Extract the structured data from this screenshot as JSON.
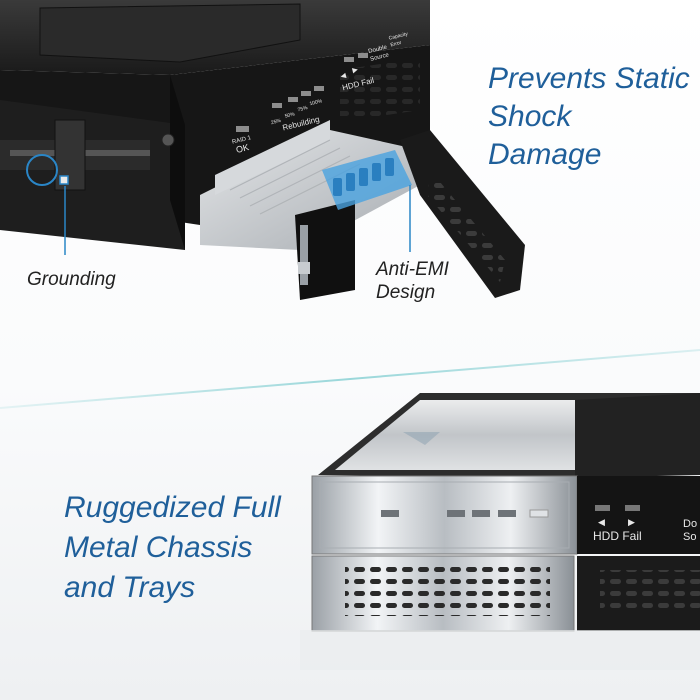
{
  "captions": {
    "prevents_static_line1": "Prevents Static",
    "prevents_static_line2": "Shock Damage",
    "grounding": "Grounding",
    "anti_emi_line1": "Anti-EMI",
    "anti_emi_line2": "Design",
    "rugged_line1": "Ruggedized Full",
    "rugged_line2": "Metal Chassis",
    "rugged_line3": "and Trays"
  },
  "panel_labels_top": {
    "raid_line1": "RAID 1",
    "raid_line2": "OK",
    "pct_25": "25%",
    "pct_50": "50%",
    "pct_75": "75%",
    "pct_100": "100%",
    "rebuilding": "Rebuilding",
    "hdd_fail": "HDD Fail",
    "double_line1": "Double",
    "double_line2": "Source",
    "capacity_line1": "Capacity",
    "capacity_line2": "Error"
  },
  "panel_labels_bottom": {
    "hdd_fail": "HDD Fail",
    "double_partial": "Do",
    "source_partial": "So"
  },
  "colors": {
    "caption_blue": "#1f5f9a",
    "callout_line": "#2a86c7",
    "highlight_blue": "#4aa3e0",
    "divider_teal": "#8fd3d6"
  },
  "icons": {
    "arrow_left": "◀",
    "arrow_right": "▶"
  }
}
